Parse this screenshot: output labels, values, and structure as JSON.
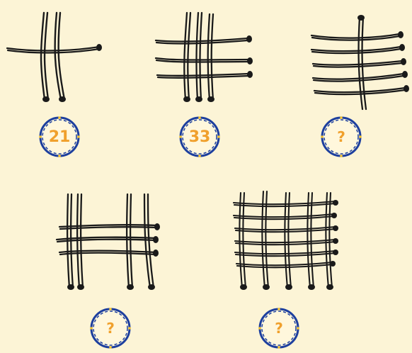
{
  "puzzle_items": [
    {
      "id": "sticks-1",
      "vertical": 2,
      "horizontal": 1,
      "answer": "21"
    },
    {
      "id": "sticks-2",
      "vertical": 3,
      "horizontal": 3,
      "answer": "33"
    },
    {
      "id": "sticks-3",
      "vertical": 1,
      "horizontal": 5,
      "answer": "?"
    },
    {
      "id": "sticks-4",
      "vertical": 4,
      "horizontal": 3,
      "answer": "?"
    },
    {
      "id": "sticks-5",
      "vertical": 5,
      "horizontal": 6,
      "answer": "?"
    }
  ],
  "colors": {
    "background": "#fcf4d6",
    "stick": "#1a1a1a",
    "badge_fill": "#fff7dc",
    "badge_ring": "#1d3f9e",
    "badge_dots": "#f2c230",
    "number": "#f0a02c"
  }
}
